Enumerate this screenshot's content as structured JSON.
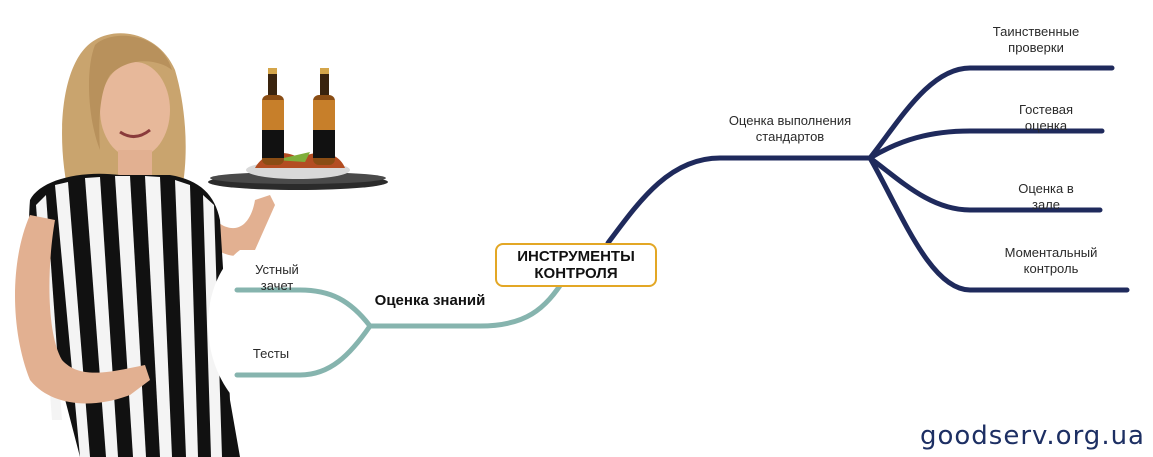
{
  "center": {
    "label": "ИНСТРУМЕНТЫ\nКОНТРОЛЯ"
  },
  "branches": {
    "knowledge": {
      "label": "Оценка знаний",
      "children": [
        "Устный\nзачет",
        "Тесты"
      ]
    },
    "standards": {
      "label": "Оценка  выполнения\nстандартов",
      "children": [
        "Таинственные\nпроверки",
        "Гостевая\nоценка",
        "Оценка  в\nзале",
        "Моментальный\nконтроль"
      ]
    }
  },
  "footer": {
    "site": "goodserv.org.ua"
  },
  "colors": {
    "knowledge_branch": "#86b4ae",
    "standards_branch": "#1f2a5c",
    "center_border": "#e3a725"
  },
  "illustration": {
    "icon": "waitress-with-tray-illustration"
  }
}
